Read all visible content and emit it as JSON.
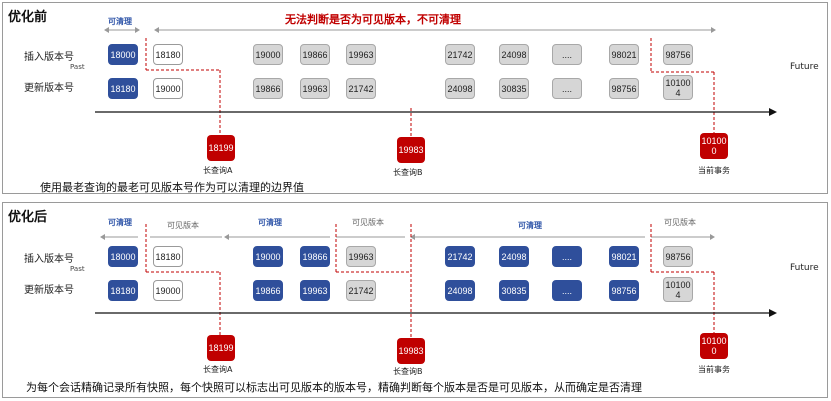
{
  "before": {
    "title": "优化前",
    "clean_label": "可清理",
    "warning": "无法判断是否为可见版本，不可清理",
    "row_insert": "插入版本号",
    "row_update": "更新版本号",
    "past": "Past",
    "future": "Future",
    "insert_boxes": [
      "18000",
      "18180",
      "19000",
      "19866",
      "19963",
      "21742",
      "24098",
      "....",
      "98021",
      "98756"
    ],
    "update_boxes": [
      "18180",
      "19000",
      "19866",
      "19963",
      "21742",
      "24098",
      "30835",
      "....",
      "98756",
      "10100\n4"
    ],
    "markers": [
      {
        "value": "18199",
        "caption": "长查询A"
      },
      {
        "value": "19983",
        "caption": "长查询B"
      },
      {
        "value": "10100\n0",
        "caption": "当前事务"
      }
    ],
    "note": "使用最老查询的最老可见版本号作为可以清理的边界值"
  },
  "after": {
    "title": "优化后",
    "spans": [
      "可清理",
      "可见版本",
      "可清理",
      "可见版本",
      "可清理",
      "可见版本"
    ],
    "row_insert": "插入版本号",
    "row_update": "更新版本号",
    "past": "Past",
    "future": "Future",
    "insert_boxes": [
      "18000",
      "18180",
      "19000",
      "19866",
      "19963",
      "21742",
      "24098",
      "....",
      "98021",
      "98756"
    ],
    "update_boxes": [
      "18180",
      "19000",
      "19866",
      "19963",
      "21742",
      "24098",
      "30835",
      "....",
      "98756",
      "10100\n4"
    ],
    "markers": [
      {
        "value": "18199",
        "caption": "长查询A"
      },
      {
        "value": "19983",
        "caption": "长查询B"
      },
      {
        "value": "10100\n0",
        "caption": "当前事务"
      }
    ],
    "note": "为每个会话精确记录所有快照，每个快照可以标志出可见版本的版本号，精确判断每个版本是否是可见版本，从而确定是否清理"
  },
  "colors": {
    "blue": "#2f4f9b",
    "gray": "#d6d6d6",
    "red": "#c00000",
    "span_blue": "#2e54a8",
    "span_gray": "#666666"
  }
}
